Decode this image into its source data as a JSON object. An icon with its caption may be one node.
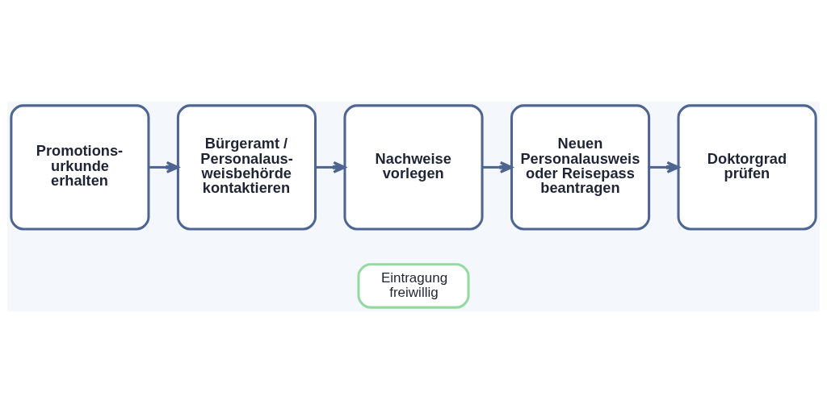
{
  "diagram": {
    "nodes": [
      {
        "text": [
          "Promotions- urkunde erhalten"
        ]
      },
      {
        "text": [
          "Bürgeramt / Personalaus- weisbehörde kontaktieren"
        ]
      },
      {
        "text": [
          "Nachweise vorlegen"
        ]
      },
      {
        "text": [
          "Neuen Personalausweis oder Reisepass beantragen"
        ]
      },
      {
        "text": [
          "Doktorgrad prüfen"
        ]
      },
      {
        "text": [
          "Eintragung freiwillig"
        ]
      }
    ],
    "edges": [
      {
        "from": 0,
        "to": 1,
        "arrow": "to"
      },
      {
        "from": 1,
        "to": 2,
        "arrow": "to"
      },
      {
        "from": 2,
        "to": 3,
        "arrow": "to"
      },
      {
        "from": 3,
        "to": 4,
        "arrow": "to"
      }
    ]
  }
}
